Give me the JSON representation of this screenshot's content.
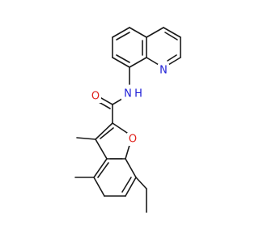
{
  "molecule": {
    "atoms": {
      "quinoline_n": {
        "label": "N",
        "color": "#1f1fd6"
      },
      "amide_nh": {
        "label": "N",
        "color": "#1f1fd6",
        "h_label": "H"
      },
      "carbonyl_o": {
        "label": "O",
        "color": "#e0211b"
      },
      "ring_o": {
        "label": "O",
        "color": "#e0211b"
      }
    },
    "bond_color": "#1a1a1a"
  }
}
